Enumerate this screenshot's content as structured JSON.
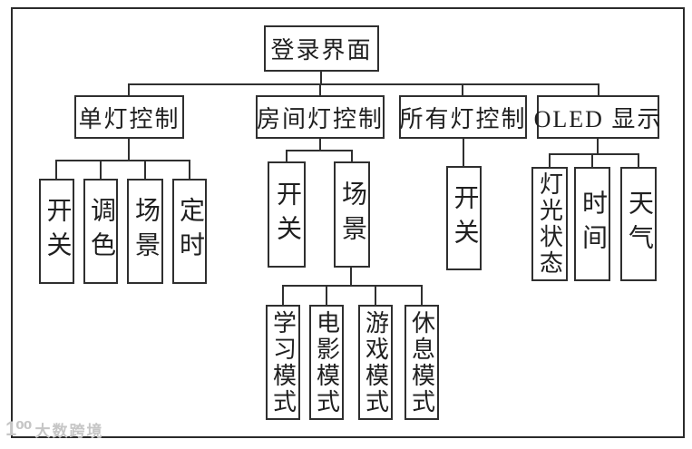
{
  "diagram": {
    "title": "登录界面",
    "root": {
      "label": "登录界面"
    },
    "branches": [
      {
        "label": "单灯控制",
        "children": [
          {
            "label": "开关"
          },
          {
            "label": "调色"
          },
          {
            "label": "场景"
          },
          {
            "label": "定时"
          }
        ]
      },
      {
        "label": "房间灯控制",
        "children": [
          {
            "label": "开关"
          },
          {
            "label": "场景",
            "children": [
              {
                "label": "学习模式"
              },
              {
                "label": "电影模式"
              },
              {
                "label": "游戏模式"
              },
              {
                "label": "休息模式"
              }
            ]
          }
        ]
      },
      {
        "label": "所有灯控制",
        "children": [
          {
            "label": "开关"
          }
        ]
      },
      {
        "label": "OLED 显示",
        "children": [
          {
            "label": "灯光状态"
          },
          {
            "label": "时间"
          },
          {
            "label": "天气"
          }
        ]
      }
    ]
  },
  "watermark": {
    "logo": "1⁰⁰",
    "text": "大数跨境"
  },
  "colors": {
    "line": "#2f2f2f",
    "text": "#1f1f1f",
    "background": "#ffffff",
    "watermark": "#c6c6c6"
  }
}
